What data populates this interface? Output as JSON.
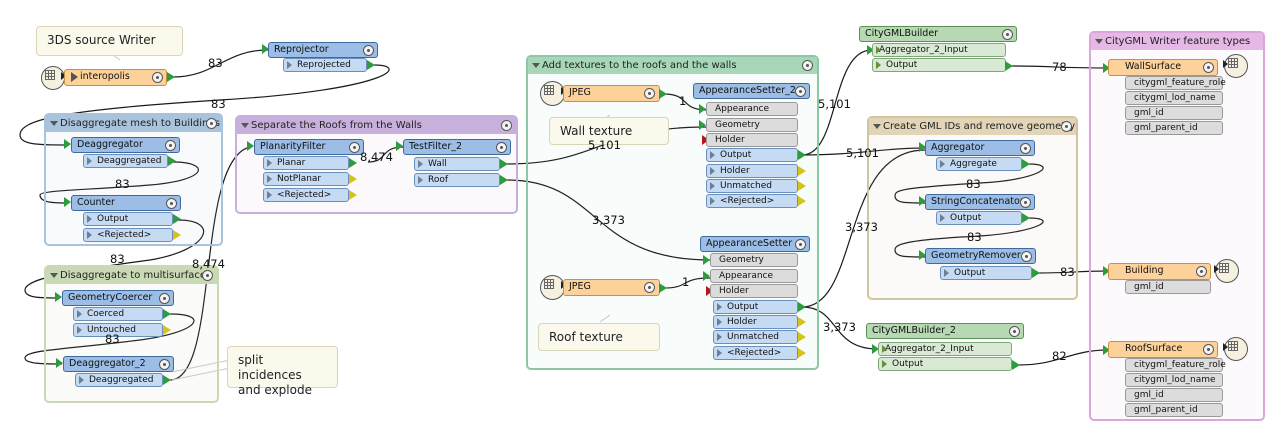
{
  "annotations": {
    "source_writer": "3DS source Writer",
    "wall_texture": "Wall texture",
    "roof_texture": "Roof texture",
    "split": "split incidences\nand explode"
  },
  "bookmarks": {
    "mesh": "Disaggregate mesh to Buildings",
    "multisurface": "Disaggregate to multisurface",
    "separate": "Separate the Roofs from the Walls",
    "textures": "Add textures to the roofs and the walls",
    "gmlids": "Create GML IDs and remove geometry",
    "writer": "CityGML Writer feature types"
  },
  "reader": {
    "name": "interopolis"
  },
  "transformers": {
    "reprojector": {
      "name": "Reprojector",
      "ports": [
        "Reprojected"
      ]
    },
    "deaggregator": {
      "name": "Deaggregator",
      "ports": [
        "Deaggregated"
      ]
    },
    "counter": {
      "name": "Counter",
      "ports": [
        "Output",
        "<Rejected>"
      ]
    },
    "geometry_coercer": {
      "name": "GeometryCoercer",
      "ports": [
        "Coerced",
        "Untouched"
      ]
    },
    "deaggregator_2": {
      "name": "Deaggregator_2",
      "ports": [
        "Deaggregated"
      ]
    },
    "planarity_filter": {
      "name": "PlanarityFilter",
      "ports": [
        "Planar",
        "NotPlanar",
        "<Rejected>"
      ]
    },
    "test_filter_2": {
      "name": "TestFilter_2",
      "ports": [
        "Wall",
        "Roof"
      ]
    },
    "appearance_setter_2": {
      "name": "AppearanceSetter_2",
      "ports": [
        "Appearance",
        "Geometry",
        "Holder",
        "Output",
        "Holder",
        "Unmatched",
        "<Rejected>"
      ]
    },
    "appearance_setter": {
      "name": "AppearanceSetter",
      "ports": [
        "Geometry",
        "Appearance",
        "Holder",
        "Output",
        "Holder",
        "Unmatched",
        "<Rejected>"
      ]
    },
    "citygml_builder": {
      "name": "CityGMLBuilder",
      "ports": [
        "Aggregator_2_Input",
        "Output"
      ]
    },
    "citygml_builder_2": {
      "name": "CityGMLBuilder_2",
      "ports": [
        "Aggregator_2_Input",
        "Output"
      ]
    },
    "aggregator": {
      "name": "Aggregator",
      "ports": [
        "Aggregate"
      ]
    },
    "string_concatenator": {
      "name": "StringConcatenator",
      "ports": [
        "Output"
      ]
    },
    "geometry_remover": {
      "name": "GeometryRemover",
      "ports": [
        "Output"
      ]
    }
  },
  "jpeg_readers": [
    "JPEG",
    "JPEG"
  ],
  "feature_types": {
    "wall_surface": {
      "name": "WallSurface",
      "attrs": [
        "citygml_feature_role",
        "citygml_lod_name",
        "gml_id",
        "gml_parent_id"
      ]
    },
    "building": {
      "name": "Building",
      "attrs": [
        "gml_id"
      ]
    },
    "roof_surface": {
      "name": "RoofSurface",
      "attrs": [
        "citygml_feature_role",
        "citygml_lod_name",
        "gml_id",
        "gml_parent_id"
      ]
    }
  },
  "counts": {
    "c1": "83",
    "c2": "83",
    "c3": "83",
    "c4": "83",
    "c5": "83",
    "c6": "8,474",
    "c7": "8,474",
    "c8": "5,101",
    "c9": "3,373",
    "c10": "1",
    "c11": "1",
    "c12": "5,101",
    "c13": "5,101",
    "c14": "78",
    "c15": "3,373",
    "c16": "83",
    "c17": "83",
    "c18": "83",
    "c19": "82"
  },
  "colors": {
    "bookmark_blue": "#aac3dd",
    "bookmark_green": "#c9d9b5",
    "bookmark_purple": "#c7b0dc",
    "bookmark_teal": "#8ec7a5",
    "bookmark_tan": "#d4c3a0",
    "bookmark_pink": "#dba6dc",
    "transformer": "#9cbde6",
    "writer": "#b6d8b3",
    "reader": "#fdd29a",
    "output_port": "#2e9b3e",
    "rejected_port": "#d7c11b"
  }
}
